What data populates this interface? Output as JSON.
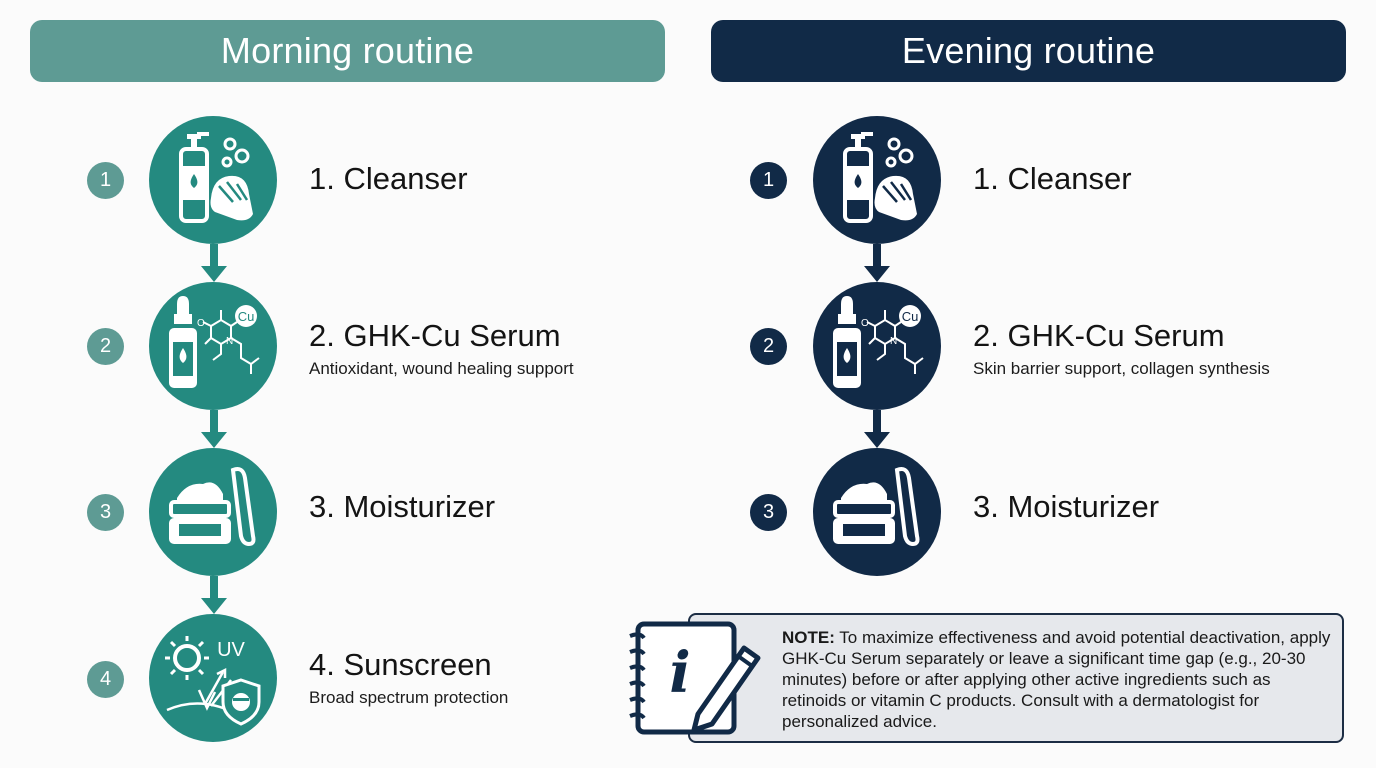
{
  "morning": {
    "title": "Morning routine",
    "color": "#248a80",
    "header_color": "#5e9b94",
    "steps": [
      {
        "number": "1",
        "title": "1. Cleanser",
        "subtitle": "",
        "icon": "cleanser-bottle-hand-icon"
      },
      {
        "number": "2",
        "title": "2. GHK-Cu Serum",
        "subtitle": "Antioxidant, wound healing support",
        "icon": "serum-dropper-molecule-icon"
      },
      {
        "number": "3",
        "title": "3. Moisturizer",
        "subtitle": "",
        "icon": "cream-jar-spatula-icon"
      },
      {
        "number": "4",
        "title": "4. Sunscreen",
        "subtitle": "Broad spectrum protection",
        "icon": "sun-uv-shield-icon",
        "icon_text": "UV"
      }
    ]
  },
  "evening": {
    "title": "Evening routine",
    "color": "#112a47",
    "steps": [
      {
        "number": "1",
        "title": "1. Cleanser",
        "subtitle": "",
        "icon": "cleanser-bottle-hand-icon"
      },
      {
        "number": "2",
        "title": "2. GHK-Cu Serum",
        "subtitle": "Skin barrier support, collagen synthesis",
        "icon": "serum-dropper-molecule-icon"
      },
      {
        "number": "3",
        "title": "3. Moisturizer",
        "subtitle": "",
        "icon": "cream-jar-spatula-icon"
      }
    ]
  },
  "molecule_label": "Cu",
  "note": {
    "label": "NOTE:",
    "text": " To maximize effectiveness and avoid potential deactivation, apply GHK-Cu Serum separately or leave a significant time gap (e.g., 20-30 minutes) before or after applying other active ingredients such as retinoids or vitamin C products. Consult with a dermatologist for personalized advice.",
    "icon": "notepad-info-pencil-icon",
    "icon_text": "i"
  }
}
